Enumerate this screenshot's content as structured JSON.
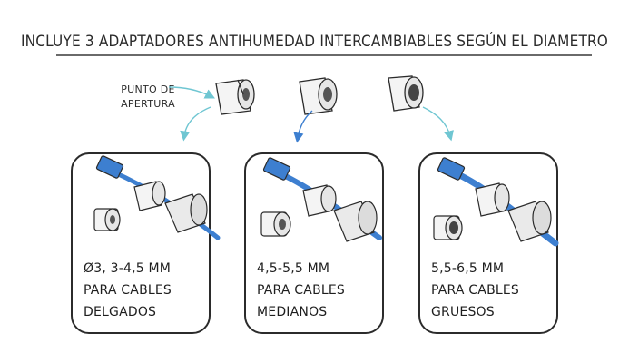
{
  "title": "INCLUYE 3 ADAPTADORES ANTIHUMEDAD INTERCAMBIABLES SEGÚN EL DIAMETRO",
  "callout": {
    "line1": "PUNTO DE",
    "line2": "APERTURA"
  },
  "panels": [
    {
      "line1": "Ø3, 3-4,5 MM",
      "line2": "PARA CABLES",
      "line3": "DELGADOS"
    },
    {
      "line1": "4,5-5,5 MM",
      "line2": "PARA CABLES",
      "line3": "MEDIANOS"
    },
    {
      "line1": "5,5-6,5 MM",
      "line2": "PARA CABLES",
      "line3": "GRUESOS"
    }
  ],
  "colors": {
    "cable": "#3d7fd0",
    "arrow": "#6fc6d2",
    "outline": "#2b2b2b"
  }
}
